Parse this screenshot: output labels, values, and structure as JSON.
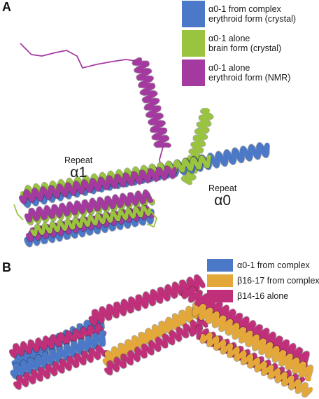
{
  "panels": {
    "a": {
      "label": "A",
      "legend": [
        {
          "line1": "α0-1 from complex",
          "line2": "erythroid form (crystal)",
          "color": "#4b78c7"
        },
        {
          "line1": "α0-1 alone",
          "line2": "brain form (crystal)",
          "color": "#9ac43f"
        },
        {
          "line1": "α0-1 alone",
          "line2": "erythroid form (NMR)",
          "color": "#a43aa0"
        }
      ],
      "repeats": [
        {
          "word": "Repeat",
          "name": "α1"
        },
        {
          "word": "Repeat",
          "name": "α0"
        }
      ]
    },
    "b": {
      "label": "B",
      "legend": [
        {
          "text": "α0-1 from complex",
          "color": "#4b78c7"
        },
        {
          "text": "β16-17 from complex",
          "color": "#e4a83a"
        },
        {
          "text": "β14-16 alone",
          "color": "#c0307a"
        }
      ]
    }
  }
}
